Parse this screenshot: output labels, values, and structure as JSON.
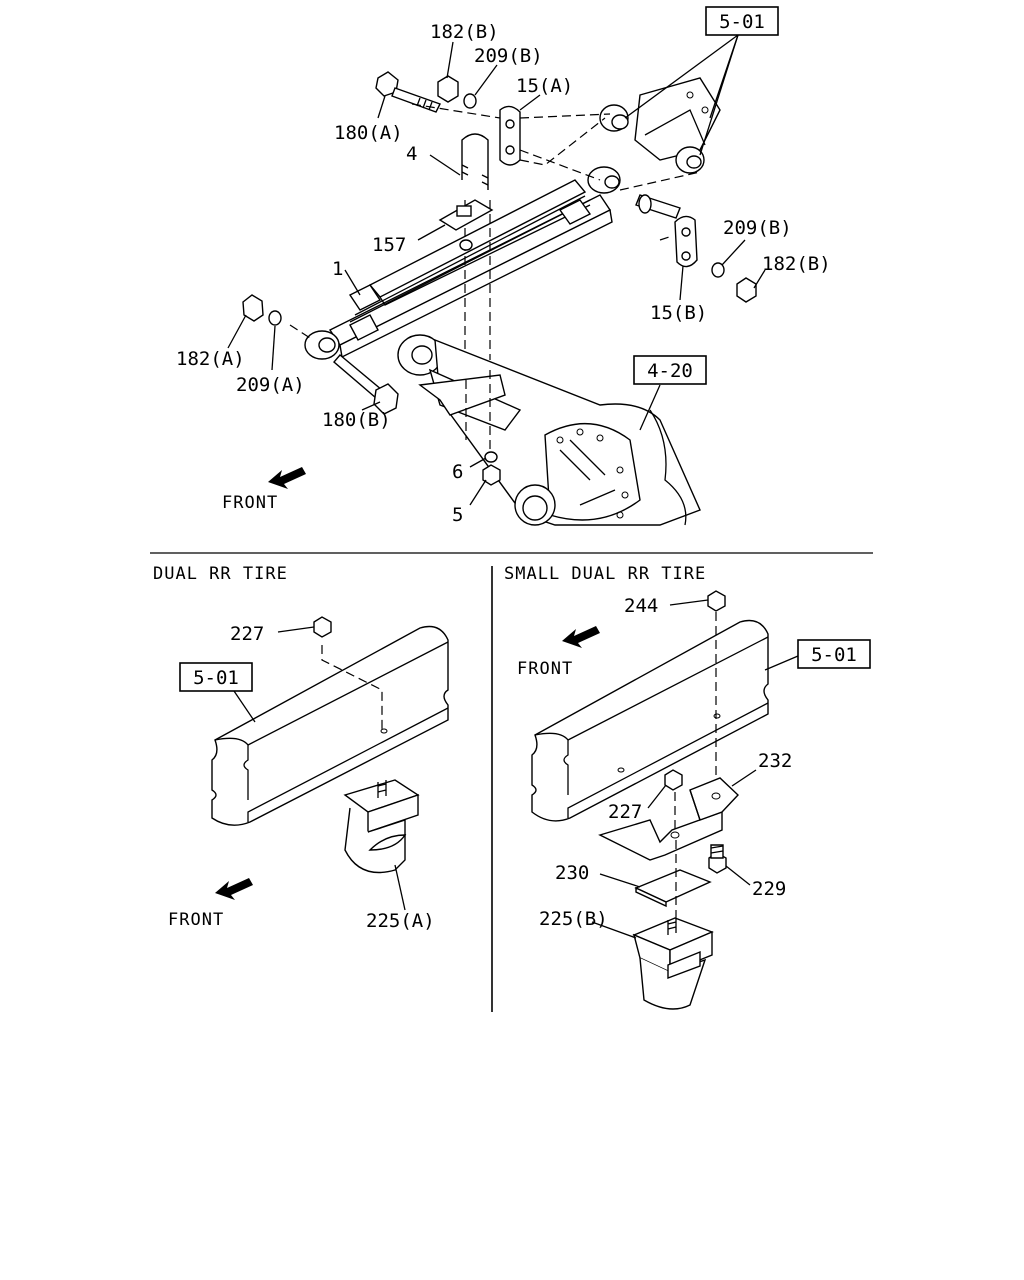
{
  "top_section": {
    "ref_box_5_01": "5-01",
    "ref_box_4_20": "4-20",
    "front_label": "FRONT",
    "callouts": {
      "c182b_top": "182(B)",
      "c209b_top": "209(B)",
      "c15a": "15(A)",
      "c180a": "180(A)",
      "c4": "4",
      "c157": "157",
      "c1": "1",
      "c209b_right": "209(B)",
      "c182b_right": "182(B)",
      "c15b": "15(B)",
      "c182a": "182(A)",
      "c209a": "209(A)",
      "c180b": "180(B)",
      "c6": "6",
      "c5": "5"
    }
  },
  "left_panel": {
    "heading": "DUAL RR TIRE",
    "ref_box_5_01": "5-01",
    "front_label": "FRONT",
    "callouts": {
      "c227": "227",
      "c225a": "225(A)"
    }
  },
  "right_panel": {
    "heading": "SMALL DUAL RR TIRE",
    "ref_box_5_01": "5-01",
    "front_label": "FRONT",
    "callouts": {
      "c244": "244",
      "c232": "232",
      "c227": "227",
      "c230": "230",
      "c229": "229",
      "c225b": "225(B)"
    }
  }
}
